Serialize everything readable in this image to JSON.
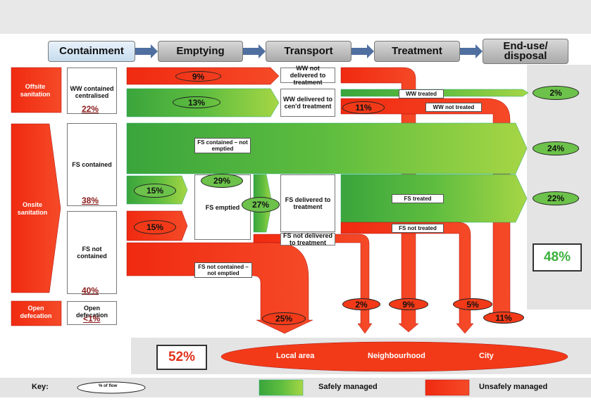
{
  "headers": [
    "Containment",
    "Emptying",
    "Transport",
    "Treatment",
    "End-use/ disposal"
  ],
  "left": {
    "offsite": "Offsite sanitation",
    "onsite": "Onsite sanitation",
    "open": "Open defecation"
  },
  "containment": {
    "ww_contained": "WW contained centralised",
    "ww_pct": "22%",
    "fs_contained": "FS contained",
    "fs_contained_pct": "38%",
    "fs_not_contained": "FS not contained",
    "fs_not_contained_pct": "40%",
    "open_defecation": "Open defecation",
    "open_pct": "<1%"
  },
  "flows": {
    "ww_not_delivered_pct": "9%",
    "ww_delivered_pct": "13%",
    "fs_contained_not_emptied": "FS contained – not emptied",
    "fs_emptied_safe_pct": "15%",
    "fs_emptied_pct": "29%",
    "fs_emptied": "FS emptied",
    "fs_emptied_unsafe_pct": "15%",
    "fs_transport_pct": "27%",
    "fs_not_contained_not_emptied": "FS not contained – not emptied",
    "bottom_left_pct": "25%"
  },
  "transport": {
    "ww_not_delivered": "WW not delivered to treatment",
    "ww_delivered": "WW delivered to cen'd treatment",
    "fs_delivered": "FS delivered to treatment",
    "fs_not_delivered": "FS not delivered to treatment"
  },
  "treatment": {
    "ww_treated": "WW treated",
    "ww_not_treated": "WW not treated",
    "ww_not_treated_pct": "11%",
    "fs_treated": "FS treated",
    "fs_not_treated": "FS not treated"
  },
  "outcomes": {
    "ww_treated_pct": "2%",
    "fs_contained_not_emptied_pct": "24%",
    "fs_treated_pct": "22%",
    "safe_total": "48%",
    "unsafe_total": "52%",
    "drop1": "2%",
    "drop2": "9%",
    "drop3": "5%",
    "drop4": "11%"
  },
  "areas": [
    "Local area",
    "Neighbourhood",
    "City"
  ],
  "key": {
    "label": "Key:",
    "oval": "% of flow",
    "safe": "Safely managed",
    "unsafe": "Unsafely managed"
  },
  "colors": {
    "safe_green": "#5cb83a",
    "unsafe_red": "#f23a18",
    "header_blue": "#c6dcee",
    "header_grey": "#a9a9a9"
  }
}
